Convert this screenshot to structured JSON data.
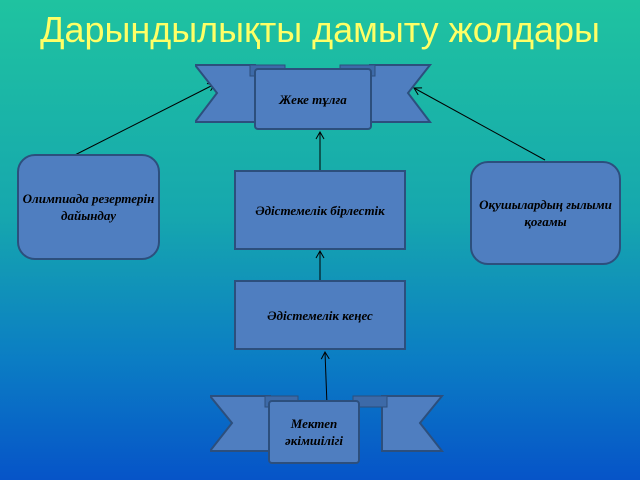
{
  "title": "Дарындылықты дамыту жолдары",
  "nodes": {
    "top": "Жеке тұлға",
    "left": "Олимпиада резертерін дайындау",
    "right": "Оқушылардың ғылыми қоғамы",
    "middle": "Әдістемелік бірлестік",
    "council": "Әдістемелік кеңес",
    "bottom": "Мектеп әкімшілігі"
  },
  "colors": {
    "box_fill": "#4f7ec0",
    "box_border": "#2c4f7d",
    "title_text": "#ffff66",
    "connector": "#000000"
  }
}
